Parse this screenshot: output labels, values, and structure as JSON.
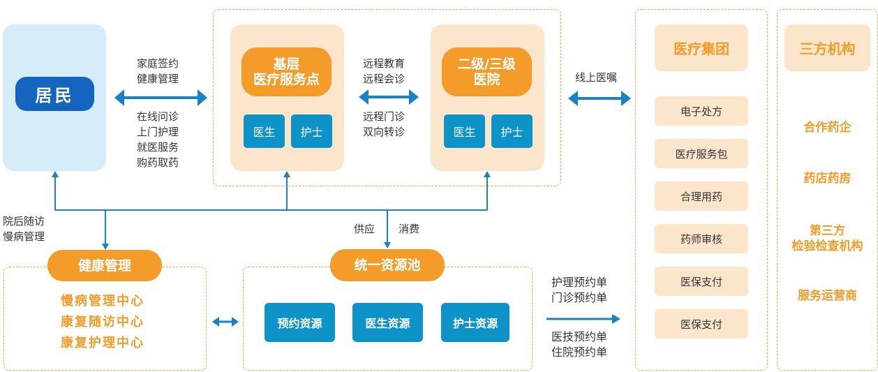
{
  "resident": {
    "label": "居民"
  },
  "left_links": {
    "top": "家庭签约\n健康管理",
    "bottom": "在线问诊\n上门护理\n就医服务\n购药取药",
    "followup": "院后随访\n慢病管理"
  },
  "primary_care": {
    "title": "基层\n医疗服务点",
    "doctor": "医生",
    "nurse": "护士"
  },
  "middle_links": {
    "top": "远程教育\n远程会诊",
    "bottom": "远程门诊\n双向转诊"
  },
  "hospital": {
    "title": "二级/三级\n医院",
    "doctor": "医生",
    "nurse": "护士"
  },
  "online_label": "线上医嘱",
  "medical_group": {
    "title": "医疗集团",
    "items": [
      "电子处方",
      "医疗服务包",
      "合理用药",
      "药师审核",
      "医保支付",
      "医保支付"
    ]
  },
  "third_party": {
    "title": "三方机构",
    "items": [
      "合作药企",
      "药店药房",
      "第三方\n检验检查机构",
      "服务运营商"
    ]
  },
  "health_mgmt": {
    "title": "健康管理",
    "items": [
      "慢病管理中心",
      "康复随访中心",
      "康复护理中心"
    ]
  },
  "resource_pool": {
    "title": "统一资源池",
    "items": [
      "预约资源",
      "医生资源",
      "护士资源"
    ]
  },
  "supply_label": "供应",
  "consume_label": "消费",
  "orders": {
    "top": "护理预约单\n门诊预约单",
    "bottom": "医技预约单\n住院预约单"
  },
  "colors": {
    "orange": "#f39c2a",
    "blue": "#1565c0",
    "teal": "#0d93c7",
    "beige": "#fbe6cc",
    "light_blue": "#d4edf9"
  }
}
